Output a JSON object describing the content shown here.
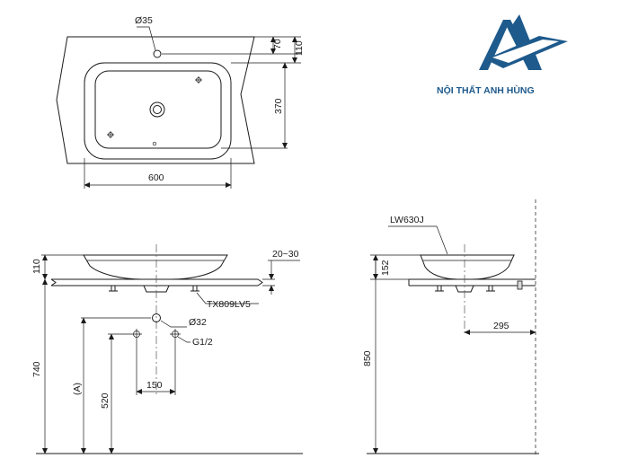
{
  "brand": {
    "name": "NỘI THẤT ANH HÙNG",
    "color": "#1e5a8c"
  },
  "top_view": {
    "hole_diameter": "Ø35",
    "dim_70": "70",
    "dim_110": "110",
    "dim_370": "370",
    "dim_600": "600"
  },
  "front_view": {
    "dim_110": "110",
    "dim_20_30": "20~30",
    "part_label": "TX809LV5",
    "drain_diameter": "Ø32",
    "supply_thread": "G1/2",
    "dim_150": "150",
    "dim_740": "740",
    "dim_A": "(A)",
    "dim_520": "520"
  },
  "side_view": {
    "model_label": "LW630J",
    "dim_152": "152",
    "dim_850": "850",
    "dim_295": "295"
  }
}
